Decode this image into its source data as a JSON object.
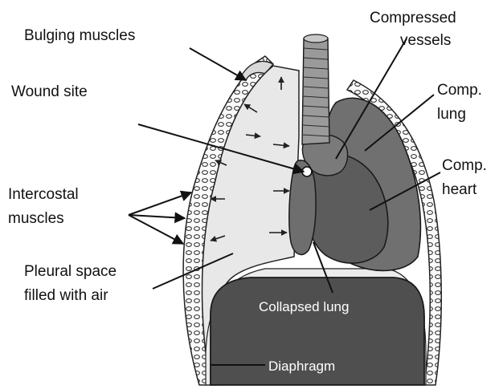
{
  "labels": {
    "bulging_muscles": "Bulging muscles",
    "wound_site": "Wound site",
    "intercostal_line1": "Intercostal",
    "intercostal_line2": "muscles",
    "pleural_line1": "Pleural space",
    "pleural_line2": "filled with air",
    "compressed_line1": "Compressed",
    "compressed_line2": "vessels",
    "comp_lung_line1": "Comp.",
    "comp_lung_line2": "lung",
    "comp_heart_line1": "Comp.",
    "comp_heart_line2": "heart",
    "collapsed_lung": "Collapsed lung",
    "diaphragm": "Diaphragm"
  },
  "colors": {
    "pleural_air": "#e8e8e8",
    "lung_dark": "#707070",
    "heart": "#5c5c5c",
    "diaphragm": "#4f4f4f",
    "outline": "#1a1a1a"
  }
}
